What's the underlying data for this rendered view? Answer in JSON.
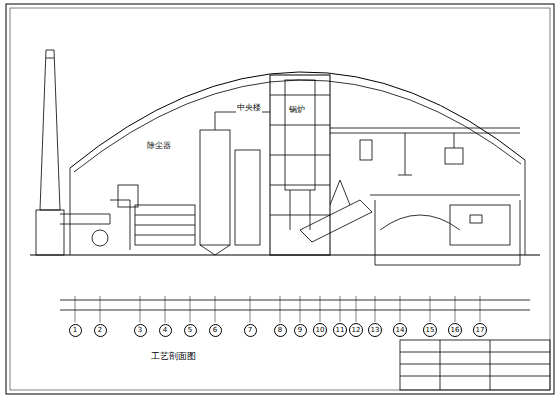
{
  "diagram": {
    "caption": "工艺剖面图",
    "nodes": [
      {
        "text": [
          "1"
        ]
      },
      {
        "text": [
          "2"
        ]
      },
      {
        "text": [
          "3"
        ]
      },
      {
        "text": [
          "4"
        ]
      },
      {
        "text": [
          "5"
        ]
      },
      {
        "text": [
          "6"
        ]
      },
      {
        "text": [
          "7"
        ]
      },
      {
        "text": [
          "8"
        ]
      },
      {
        "text": [
          "9"
        ]
      },
      {
        "text": [
          "10"
        ]
      },
      {
        "text": [
          "11"
        ]
      },
      {
        "text": [
          "12"
        ]
      },
      {
        "text": [
          "13"
        ]
      },
      {
        "text": [
          "14"
        ]
      },
      {
        "text": [
          "15"
        ]
      },
      {
        "text": [
          "16"
        ]
      },
      {
        "text": [
          "17"
        ]
      }
    ],
    "labels": [
      "除尘器",
      "中央楼",
      "锅炉"
    ]
  }
}
